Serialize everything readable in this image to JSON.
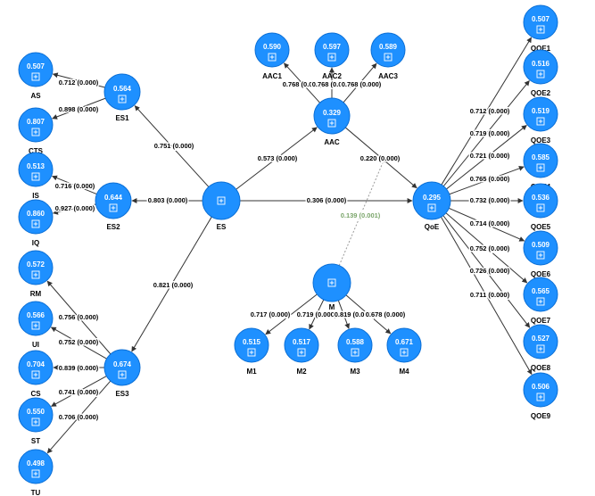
{
  "diagram": {
    "nodes": [
      {
        "id": "AS",
        "label": "AS",
        "value": "0.507"
      },
      {
        "id": "CTS",
        "label": "CTS",
        "value": "0.807"
      },
      {
        "id": "ES1",
        "label": "ES1",
        "value": "0.564"
      },
      {
        "id": "IS",
        "label": "IS",
        "value": "0.513"
      },
      {
        "id": "IQ",
        "label": "IQ",
        "value": "0.860"
      },
      {
        "id": "ES2",
        "label": "ES2",
        "value": "0.644"
      },
      {
        "id": "RM",
        "label": "RM",
        "value": "0.572"
      },
      {
        "id": "UI",
        "label": "UI",
        "value": "0.566"
      },
      {
        "id": "CS",
        "label": "CS",
        "value": "0.704"
      },
      {
        "id": "ST",
        "label": "ST",
        "value": "0.550"
      },
      {
        "id": "TU",
        "label": "TU",
        "value": "0.498"
      },
      {
        "id": "ES3",
        "label": "ES3",
        "value": "0.674"
      },
      {
        "id": "ES",
        "label": "ES",
        "value": ""
      },
      {
        "id": "AAC1",
        "label": "AAC1",
        "value": "0.590"
      },
      {
        "id": "AAC2",
        "label": "AAC2",
        "value": "0.597"
      },
      {
        "id": "AAC3",
        "label": "AAC3",
        "value": "0.589"
      },
      {
        "id": "AAC",
        "label": "AAC",
        "value": "0.329"
      },
      {
        "id": "M",
        "label": "M",
        "value": ""
      },
      {
        "id": "M1",
        "label": "M1",
        "value": "0.515"
      },
      {
        "id": "M2",
        "label": "M2",
        "value": "0.517"
      },
      {
        "id": "M3",
        "label": "M3",
        "value": "0.588"
      },
      {
        "id": "M4",
        "label": "M4",
        "value": "0.671"
      },
      {
        "id": "QoE",
        "label": "QoE",
        "value": "0.295"
      },
      {
        "id": "QOE1",
        "label": "QOE1",
        "value": "0.507"
      },
      {
        "id": "QOE2",
        "label": "QOE2",
        "value": "0.516"
      },
      {
        "id": "QOE3",
        "label": "QOE3",
        "value": "0.519"
      },
      {
        "id": "QOE4",
        "label": "QOE4",
        "value": "0.585"
      },
      {
        "id": "QOE5",
        "label": "QOE5",
        "value": "0.536"
      },
      {
        "id": "QOE6",
        "label": "QOE6",
        "value": "0.509"
      },
      {
        "id": "QOE7",
        "label": "QOE7",
        "value": "0.565"
      },
      {
        "id": "QOE8",
        "label": "QOE8",
        "value": "0.527"
      },
      {
        "id": "QOE9",
        "label": "QOE9",
        "value": "0.506"
      }
    ],
    "edges": [
      {
        "from": "ES1",
        "to": "AS",
        "label": "0.712 (0.000)"
      },
      {
        "from": "ES1",
        "to": "CTS",
        "label": "0.898 (0.000)"
      },
      {
        "from": "ES2",
        "to": "IS",
        "label": "0.716 (0.000)"
      },
      {
        "from": "ES2",
        "to": "IQ",
        "label": "0.927 (0.000)"
      },
      {
        "from": "ES3",
        "to": "RM",
        "label": "0.756 (0.000)"
      },
      {
        "from": "ES3",
        "to": "UI",
        "label": "0.752 (0.000)"
      },
      {
        "from": "ES3",
        "to": "CS",
        "label": "0.839 (0.000)"
      },
      {
        "from": "ES3",
        "to": "ST",
        "label": "0.741 (0.000)"
      },
      {
        "from": "ES3",
        "to": "TU",
        "label": "0.706 (0.000)"
      },
      {
        "from": "ES",
        "to": "ES1",
        "label": "0.751 (0.000)"
      },
      {
        "from": "ES",
        "to": "ES2",
        "label": "0.803 (0.000)"
      },
      {
        "from": "ES",
        "to": "ES3",
        "label": "0.821 (0.000)"
      },
      {
        "from": "ES",
        "to": "AAC",
        "label": "0.573 (0.000)"
      },
      {
        "from": "ES",
        "to": "QoE",
        "label": "0.306 (0.000)"
      },
      {
        "from": "AAC",
        "to": "QoE",
        "label": "0.220 (0.000)"
      },
      {
        "from": "AAC",
        "to": "AAC1",
        "label": "0.768 (0.000)"
      },
      {
        "from": "AAC",
        "to": "AAC2",
        "label": "0.768 (0.000)"
      },
      {
        "from": "AAC",
        "to": "AAC3",
        "label": "0.768 (0.000)"
      },
      {
        "from": "M",
        "to": "M1",
        "label": "0.717 (0.000)"
      },
      {
        "from": "M",
        "to": "M2",
        "label": "0.719 (0.000)"
      },
      {
        "from": "M",
        "to": "M3",
        "label": "0.819 (0.000)"
      },
      {
        "from": "M",
        "to": "M4",
        "label": "0.678 (0.000)"
      },
      {
        "from": "M",
        "to": "AAC-QoE",
        "label": "0.139 (0.001)",
        "moderating": true
      },
      {
        "from": "QoE",
        "to": "QOE1",
        "label": "0.712 (0.000)"
      },
      {
        "from": "QoE",
        "to": "QOE2",
        "label": "0.719 (0.000)"
      },
      {
        "from": "QoE",
        "to": "QOE3",
        "label": "0.721 (0.000)"
      },
      {
        "from": "QoE",
        "to": "QOE4",
        "label": "0.765 (0.000)"
      },
      {
        "from": "QoE",
        "to": "QOE5",
        "label": "0.732 (0.000)"
      },
      {
        "from": "QoE",
        "to": "QOE6",
        "label": "0.714 (0.000)"
      },
      {
        "from": "QoE",
        "to": "QOE7",
        "label": "0.752 (0.000)"
      },
      {
        "from": "QoE",
        "to": "QOE8",
        "label": "0.726 (0.000)"
      },
      {
        "from": "QoE",
        "to": "QOE9",
        "label": "0.711 (0.000)"
      }
    ],
    "colors": {
      "node_fill": "#1e90ff",
      "node_stroke": "#0b6fd6",
      "arrow": "#333333",
      "moderating_arrow": "#9a9a9a",
      "moderating_label": "#7aa56a"
    },
    "icon": "expand-plus-icon"
  }
}
